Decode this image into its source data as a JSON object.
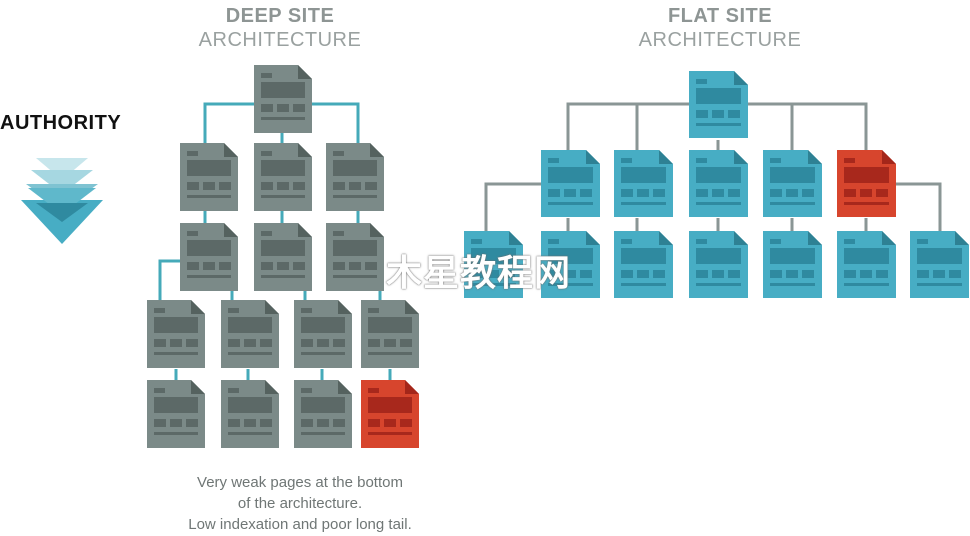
{
  "deep": {
    "title_bold": "DEEP SITE",
    "title_light": "ARCHITECTURE",
    "caption_lines": [
      "Very weak pages at the bottom",
      "of the architecture.",
      "Low indexation and poor long tail."
    ]
  },
  "flat": {
    "title_bold": "FLAT SITE",
    "title_light": "ARCHITECTURE"
  },
  "authority": {
    "label": "AUTHORITY"
  },
  "watermark": "木星教程网",
  "colors": {
    "gray_page": "#7b8a88",
    "gray_fold": "#55625f",
    "gray_block": "#5c6967",
    "gray_line": "#45aab9",
    "teal_page": "#47adc4",
    "teal_fold": "#2e8194",
    "teal_block": "#2f8aa0",
    "teal_line": "#8a9695",
    "red_page": "#d7452d",
    "red_fold": "#a4261a",
    "red_block": "#a8281c"
  }
}
